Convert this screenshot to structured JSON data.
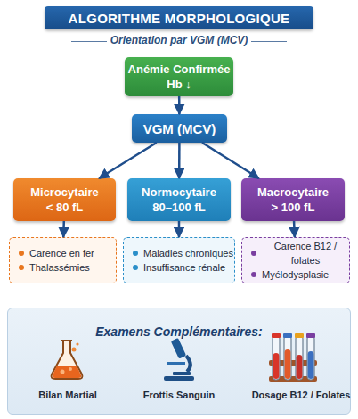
{
  "diagram": {
    "title": "ALGORITHME MORPHOLOGIQUE",
    "nodes": [
      {
        "text": [
          "Anémie Confirmée",
          "Hb ↓"
        ]
      },
      {
        "text": [
          "VGM (MCV)"
        ]
      },
      {
        "text": [
          "Microcytaire",
          "< 80 fL"
        ]
      },
      {
        "text": [
          "Normocytaire",
          "80–100 fL"
        ]
      },
      {
        "text": [
          "Macrocytaire",
          "> 100 fL"
        ]
      },
      {
        "text": [
          "Carence en fer",
          "Thalassémies"
        ]
      },
      {
        "text": [
          "Maladies chroniques",
          "Insuffisance rénale"
        ]
      },
      {
        "text": [
          "Carence B12 / folates",
          "Myélodysplasie"
        ]
      },
      {
        "text": [
          "Examens Complémentaires:",
          "Bilan Martial",
          "Frottis Sanguin",
          "Dosage B12 / Folates"
        ]
      }
    ],
    "edges": [
      {
        "from": 0,
        "to": 1,
        "arrow": "to"
      },
      {
        "from": 1,
        "to": 2,
        "arrow": "to"
      },
      {
        "from": 1,
        "to": 3,
        "arrow": "to"
      },
      {
        "from": 1,
        "to": 4,
        "arrow": "to"
      },
      {
        "from": 2,
        "to": 5,
        "arrow": "to"
      },
      {
        "from": 3,
        "to": 6,
        "arrow": "to"
      },
      {
        "from": 4,
        "to": 7,
        "arrow": "to"
      }
    ],
    "labels": [
      "Orientation par VGM (MCV)"
    ]
  }
}
